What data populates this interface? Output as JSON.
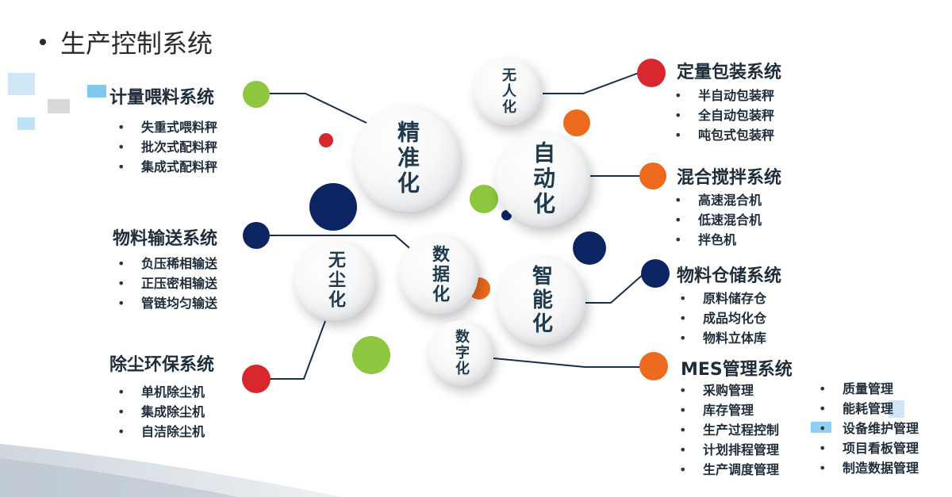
{
  "title": "生产控制系统",
  "colors": {
    "green": "#8dc63f",
    "red": "#d7282f",
    "orange": "#ec6a1e",
    "navy": "#0c2461",
    "line": "#1a2d4a"
  },
  "bubbles": {
    "precise": "精准化",
    "unmanned": "无人化",
    "automation": "自动化",
    "data": "数据化",
    "smart": "智能化",
    "dustfree": "无尘化",
    "digital": "数字化"
  },
  "sections": {
    "metering": {
      "title": "计量喂料系统",
      "items": [
        "失重式喂料秤",
        "批次式配料秤",
        "集成式配料秤"
      ]
    },
    "conveying": {
      "title": "物料输送系统",
      "items": [
        "负压稀相输送",
        "正压密相输送",
        "管链均匀输送"
      ]
    },
    "dust": {
      "title": "除尘环保系统",
      "items": [
        "单机除尘机",
        "集成除尘机",
        "自洁除尘机"
      ]
    },
    "packing": {
      "title": "定量包装系统",
      "items": [
        "半自动包装秤",
        "全自动包装秤",
        "吨包式包装秤"
      ]
    },
    "mixing": {
      "title": "混合搅拌系统",
      "items": [
        "高速混合机",
        "低速混合机",
        "拌色机"
      ]
    },
    "storage": {
      "title": "物料仓储系统",
      "items": [
        "原料储存仓",
        "成品均化仓",
        "物料立体库"
      ]
    },
    "mes": {
      "title": "MES管理系统",
      "items_left": [
        "采购管理",
        "库存管理",
        "生产过程控制",
        "计划排程管理",
        "生产调度管理"
      ],
      "items_right": [
        "质量管理",
        "能耗管理",
        "设备维护管理",
        "项目看板管理",
        "制造数据管理"
      ]
    }
  }
}
